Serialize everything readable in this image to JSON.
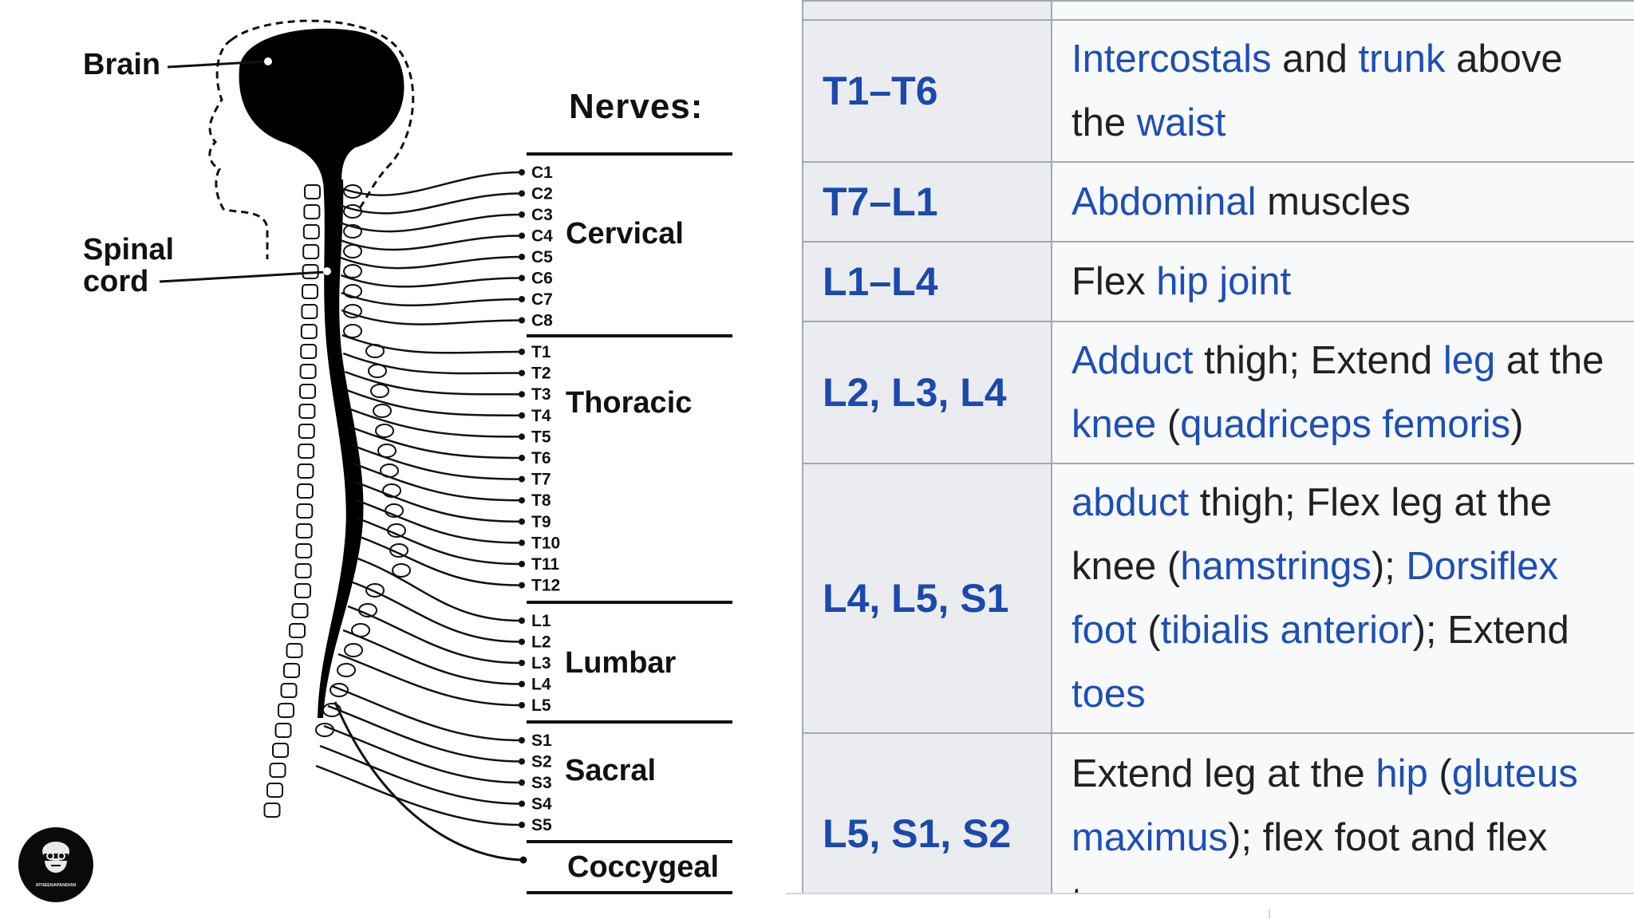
{
  "diagram": {
    "title": "Nerves:",
    "brain_label": "Brain",
    "spinal_label_1": "Spinal",
    "spinal_label_2": "cord",
    "regions": [
      "Cervical",
      "Thoracic",
      "Lumbar",
      "Sacral",
      "Coccygeal"
    ],
    "nerves": {
      "cervical": [
        "C1",
        "C2",
        "C3",
        "C4",
        "C5",
        "C6",
        "C7",
        "C8"
      ],
      "thoracic": [
        "T1",
        "T2",
        "T3",
        "T4",
        "T5",
        "T6",
        "T7",
        "T8",
        "T9",
        "T10",
        "T11",
        "T12"
      ],
      "lumbar": [
        "L1",
        "L2",
        "L3",
        "L4",
        "L5"
      ],
      "sacral": [
        "S1",
        "S2",
        "S3",
        "S4",
        "S5"
      ]
    }
  },
  "table": {
    "rows": [
      {
        "level": "T1–T6",
        "function": [
          {
            "t": "Intercostals",
            "link": true
          },
          {
            "t": " and ",
            "link": false
          },
          {
            "t": "trunk",
            "link": true
          },
          {
            "t": " above the ",
            "link": false
          },
          {
            "t": "waist",
            "link": true
          }
        ]
      },
      {
        "level": "T7–L1",
        "function": [
          {
            "t": "Abdominal",
            "link": true
          },
          {
            "t": " muscles",
            "link": false
          }
        ]
      },
      {
        "level": "L1–L4",
        "function": [
          {
            "t": "Flex ",
            "link": false
          },
          {
            "t": "hip joint",
            "link": true
          }
        ]
      },
      {
        "level": "L2, L3, L4",
        "function": [
          {
            "t": "Adduct",
            "link": true
          },
          {
            "t": " thigh; Extend ",
            "link": false
          },
          {
            "t": "leg",
            "link": true
          },
          {
            "t": " at the ",
            "link": false
          },
          {
            "t": "knee",
            "link": true
          },
          {
            "t": " (",
            "link": false
          },
          {
            "t": "quadriceps femoris",
            "link": true
          },
          {
            "t": ")",
            "link": false
          }
        ]
      },
      {
        "level": "L4, L5, S1",
        "function": [
          {
            "t": "abduct",
            "link": true
          },
          {
            "t": " thigh; Flex leg at the knee (",
            "link": false
          },
          {
            "t": "hamstrings",
            "link": true
          },
          {
            "t": "); ",
            "link": false
          },
          {
            "t": "Dorsiflex foot",
            "link": true
          },
          {
            "t": " (",
            "link": false
          },
          {
            "t": "tibialis anterior",
            "link": true
          },
          {
            "t": "); Extend ",
            "link": false
          },
          {
            "t": "toes",
            "link": true
          }
        ]
      },
      {
        "level": "L5, S1, S2",
        "function": [
          {
            "t": "Extend leg at the ",
            "link": false
          },
          {
            "t": "hip",
            "link": true
          },
          {
            "t": " (",
            "link": false
          },
          {
            "t": "gluteus maximus",
            "link": true
          },
          {
            "t": "); flex foot and flex toes",
            "link": false
          }
        ]
      }
    ]
  },
  "colors": {
    "link": "#1c4fb7",
    "level": "#1b49ad",
    "level_bg": "#eaecf0",
    "cell_bg": "#f8f9fa",
    "border": "#a2a9b1"
  },
  "avatar": {
    "icon": "bearded-man-avatar-icon",
    "text": "ATHEENAPANDIAN"
  }
}
